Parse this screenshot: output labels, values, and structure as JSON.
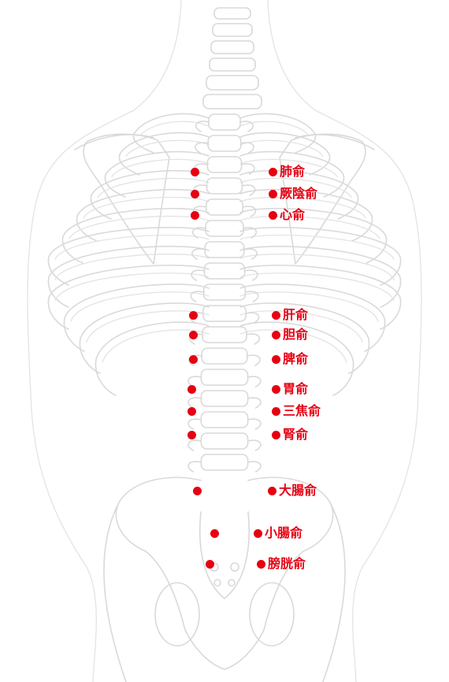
{
  "colors": {
    "point": "#e60012",
    "outline": "#d9d9d9"
  },
  "points": [
    {
      "label": "肺俞"
    },
    {
      "label": "厥陰俞"
    },
    {
      "label": "心俞"
    },
    {
      "label": "肝俞"
    },
    {
      "label": "胆俞"
    },
    {
      "label": "脾俞"
    },
    {
      "label": "胃俞"
    },
    {
      "label": "三焦俞"
    },
    {
      "label": "腎俞"
    },
    {
      "label": "大腸俞"
    },
    {
      "label": "小腸俞"
    },
    {
      "label": "膀胱俞"
    }
  ]
}
